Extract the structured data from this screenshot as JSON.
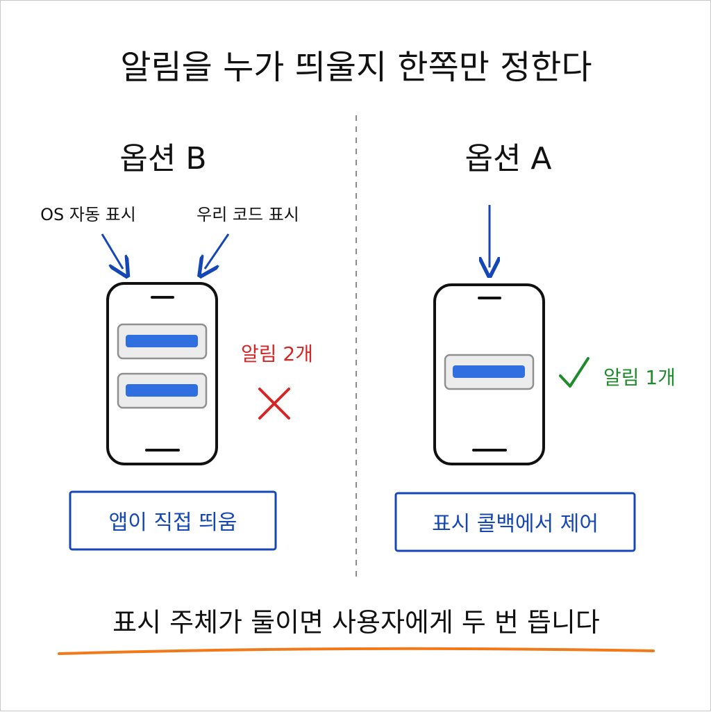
{
  "title": "알림을 누가 띄울지 한쪽만 정한다",
  "left": {
    "heading": "옵션 B",
    "source_os": "OS 자동 표시",
    "source_code": "우리 코드 표시",
    "result": "알림 2개",
    "box": "앱이 직접 띄움",
    "result_icon": "cross-icon"
  },
  "right": {
    "heading": "옵션 A",
    "result": "알림 1개",
    "box": "표시 콜백에서 제어",
    "result_icon": "check-icon"
  },
  "footer": "표시 주체가 둘이면 사용자에게 두 번 뜹니다",
  "colors": {
    "blue": "#1447b5",
    "notification": "#2f6fe0",
    "red": "#d42626",
    "green": "#1f8b2b",
    "underline": "#f07a1a"
  }
}
